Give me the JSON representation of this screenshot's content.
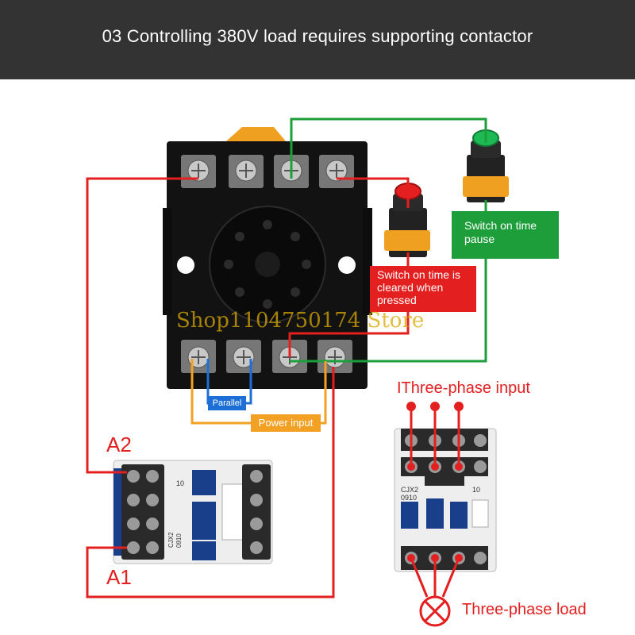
{
  "banner": {
    "title": "03 Controlling 380V load requires supporting contactor"
  },
  "labels": {
    "switch_pause": "Switch on time pause",
    "switch_clear": "Switch on time is cleared when pressed",
    "parallel": "Parallel",
    "power_input": "Power input",
    "three_phase_input": "IThree-phase input",
    "three_phase_load": "Three-phase load",
    "coil_a2": "A2",
    "coil_a1": "A1"
  },
  "contactor": {
    "model_line1": "CJX2",
    "model_line2": "0910",
    "aux": "10"
  },
  "watermark": "Shop1104750174 Store",
  "colors": {
    "banner_bg": "#333333",
    "wire_red": "#e41f1f",
    "wire_green": "#1e9e3a",
    "wire_blue": "#1d6fd6",
    "wire_orange": "#f2a124",
    "relay_body": "#121212",
    "contactor_body": "#eeeeee",
    "contactor_blue": "#1a3f8a",
    "knob_orange": "#f0a020"
  }
}
